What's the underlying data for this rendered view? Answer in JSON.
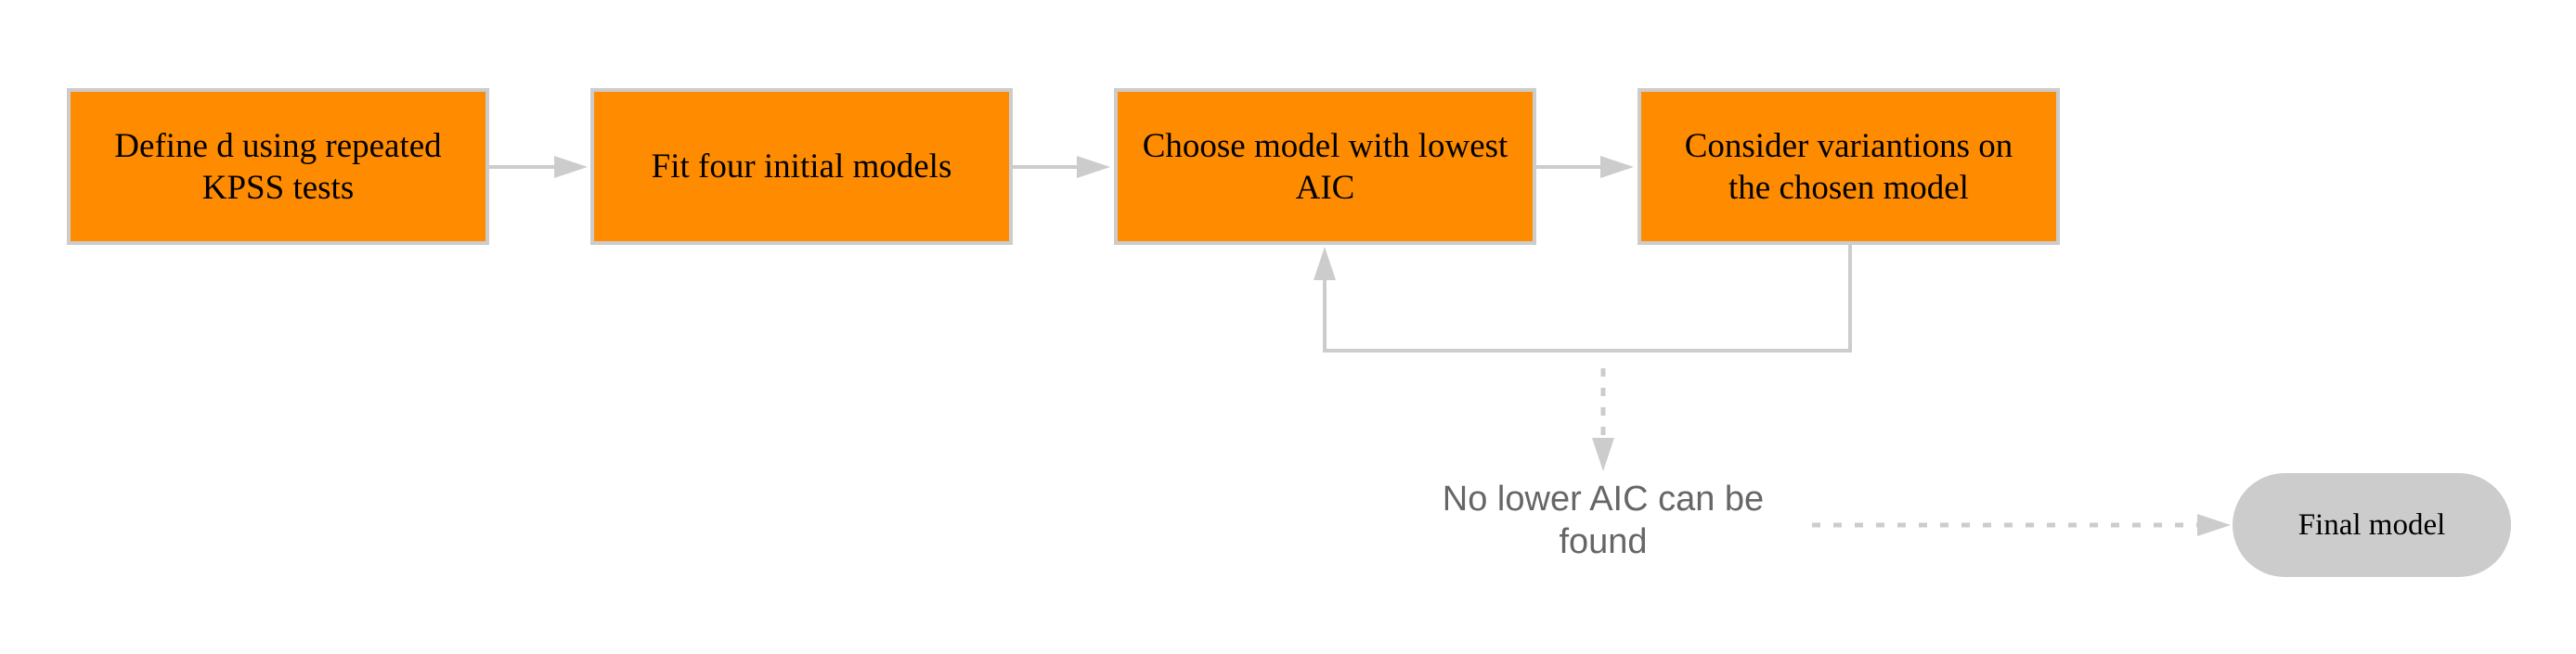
{
  "diagram": {
    "nodes": [
      {
        "id": "define_d",
        "label": "Define d using repeated KPSS tests"
      },
      {
        "id": "fit_four",
        "label": "Fit four initial models"
      },
      {
        "id": "choose_lowest",
        "label": "Choose model with lowest AIC"
      },
      {
        "id": "consider_variations",
        "label": "Consider variantions on the chosen model"
      },
      {
        "id": "no_lower",
        "label": "No lower AIC can be found"
      },
      {
        "id": "final",
        "label": "Final model"
      }
    ],
    "edges": [
      {
        "from": "define_d",
        "to": "fit_four",
        "style": "solid"
      },
      {
        "from": "fit_four",
        "to": "choose_lowest",
        "style": "solid"
      },
      {
        "from": "choose_lowest",
        "to": "consider_variations",
        "style": "solid"
      },
      {
        "from": "consider_variations",
        "to": "choose_lowest",
        "style": "solid"
      },
      {
        "from": "loop",
        "to": "no_lower",
        "style": "dashed"
      },
      {
        "from": "no_lower",
        "to": "final",
        "style": "dashed"
      }
    ],
    "colors": {
      "process_fill": "#FF8C00",
      "border": "#CCCCCC",
      "edge": "#CCCCCC",
      "note_text": "#666666",
      "terminal_fill": "#CCCCCC"
    }
  }
}
